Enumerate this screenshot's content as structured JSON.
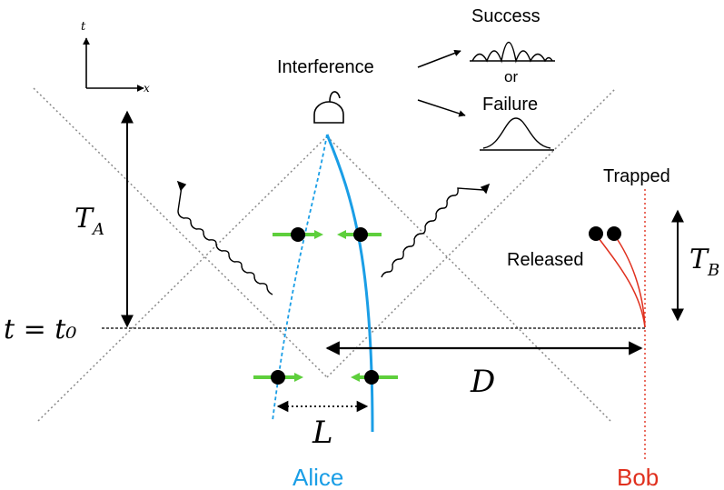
{
  "axes": {
    "t_label": "t",
    "x_label": "x"
  },
  "labels": {
    "interference": "Interference",
    "success": "Success",
    "or": "or",
    "failure": "Failure",
    "trapped": "Trapped",
    "released": "Released",
    "t_equals_t0": "t = t₀",
    "alice": "Alice",
    "bob": "Bob"
  },
  "symbols": {
    "T_A": {
      "main": "T",
      "sub": "A"
    },
    "T_B": {
      "main": "T",
      "sub": "B"
    },
    "D": "D",
    "L": "L"
  },
  "colors": {
    "alice": "#1a9ee6",
    "bob": "#e0301e",
    "momentum_arrow": "#5ecf3c",
    "light_cone": "#8a8a8a",
    "ink": "#000000"
  }
}
